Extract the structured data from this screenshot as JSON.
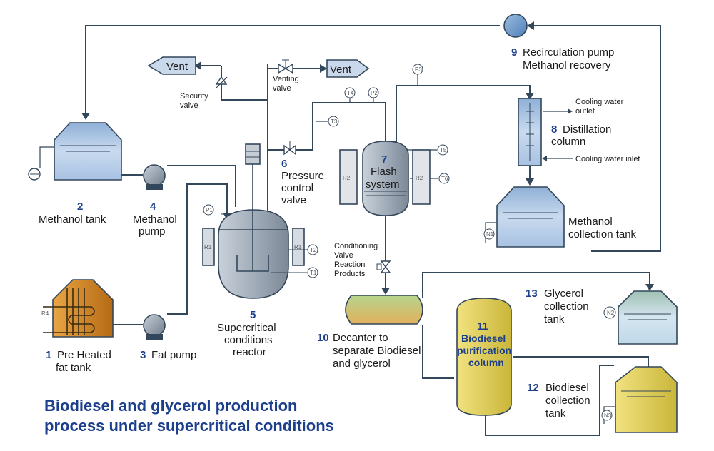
{
  "title": {
    "line1": "Biodiesel and glycerol production",
    "line2": "process under supercritical conditions"
  },
  "equipment": {
    "fat_tank": {
      "num": "1",
      "line1": "Pre Heated",
      "line2": "fat tank",
      "tag": "R4"
    },
    "methanol_tank": {
      "num": "2",
      "label": "Methanol tank"
    },
    "fat_pump": {
      "num": "3",
      "label": "Fat pump"
    },
    "methanol_pump": {
      "num": "4",
      "line1": "Methanol",
      "line2": "pump"
    },
    "reactor": {
      "num": "5",
      "line1": "Supercrltical",
      "line2": "conditions",
      "line3": "reactor",
      "tag_left": "R1",
      "tag_right": "R1"
    },
    "pressure_valve": {
      "num": "6",
      "line1": "Pressure",
      "line2": "control",
      "line3": "valve"
    },
    "flash": {
      "num": "7",
      "line1": "Flash",
      "line2": "system",
      "tag_left": "R2",
      "tag_right": "R2"
    },
    "distillation": {
      "num": "8",
      "line1": "Distillation",
      "line2": "column"
    },
    "recirc_pump": {
      "num": "9",
      "line1": "Recirculation pump",
      "line2": "Methanol recovery"
    },
    "decanter": {
      "num": "10",
      "line1": "Decanter to",
      "line2": "separate Biodiesel",
      "line3": "and glycerol"
    },
    "purification": {
      "num": "11",
      "line1": "Biodiesel",
      "line2": "purification",
      "line3": "column"
    },
    "biodiesel_tank": {
      "num": "12",
      "line1": "Biodiesel",
      "line2": "collection",
      "line3": "tank"
    },
    "glycerol_tank": {
      "num": "13",
      "line1": "Glycerol",
      "line2": "collection",
      "line3": "tank"
    },
    "methanol_collection": {
      "line1": "Methanol",
      "line2": "collection tank"
    }
  },
  "labels": {
    "vent_left": "Vent",
    "vent_right": "Vent",
    "security_valve_1": "Security",
    "security_valve_2": "valve",
    "venting_valve_1": "Venting",
    "venting_valve_2": "valve",
    "cooling_out_1": "Cooling water",
    "cooling_out_2": "outlet",
    "cooling_in": "Cooling water inlet",
    "cond_1": "Conditioning",
    "cond_2": "Valve",
    "cond_3": "Reaction",
    "cond_4": "Products"
  },
  "instruments": {
    "p1": "P1",
    "t1": "T1",
    "t2": "T2",
    "t3": "T3",
    "t4": "T4",
    "t5": "T5",
    "t6": "T6",
    "p2": "P2",
    "p3": "P3",
    "n1": "N1",
    "n2": "N2",
    "n3": "N3"
  },
  "colors": {
    "title": "#1c3f8c",
    "blue_tank": "#b9cde6",
    "reactor": "#a9b4c0",
    "fat_tank": "#c67a1c",
    "yellow": "#e2cf5a",
    "pipe": "#33475b"
  }
}
